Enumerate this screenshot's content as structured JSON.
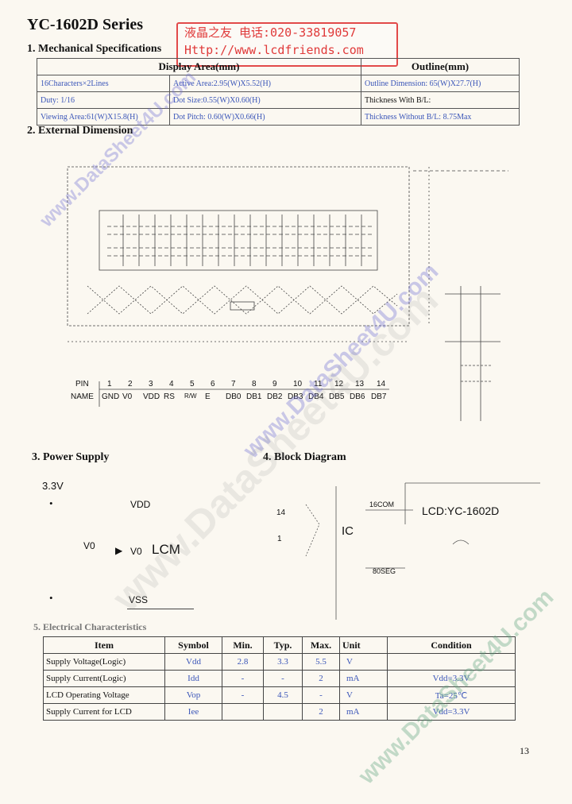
{
  "title": "YC-1602D Series",
  "stamp": {
    "line1": "液晶之友 电话:020-33819057",
    "line2": "Http://www.lcdfriends.com"
  },
  "mech": {
    "heading": "1. Mechanical Specifications",
    "col_display": "Display Area(mm)",
    "col_outline": "Outline(mm)",
    "rows": [
      [
        "16Characters×2Lines",
        "Active Area:2.95(W)X5.52(H)",
        "Outline Dimension: 65(W)X27.7(H)"
      ],
      [
        "Duty:    1/16",
        "Dot Size:0.55(W)X0.60(H)",
        "Thickness With B/L:"
      ],
      [
        "Viewing Area:61(W)X15.8(H)",
        "Dot Pitch: 0.60(W)X0.66(H)",
        "Thickness Without B/L: 8.75Max"
      ]
    ]
  },
  "external": {
    "heading": "2. External Dimension",
    "pin_label": "PIN",
    "name_label": "NAME",
    "pins": [
      "1",
      "2",
      "3",
      "4",
      "5",
      "6",
      "7",
      "8",
      "9",
      "10",
      "11",
      "12",
      "13",
      "14"
    ],
    "names": [
      "GND",
      "V0",
      "VDD",
      "RS",
      "R/W",
      "E",
      "DB0",
      "DB1",
      "DB2",
      "DB3",
      "DB4",
      "DB5",
      "DB6",
      "DB7"
    ]
  },
  "power": {
    "heading": "3. Power Supply",
    "voltage": "3.3V",
    "vdd": "VDD",
    "v0_left": "V0",
    "v0_right": "V0",
    "lcm": "LCM",
    "vss": "VSS"
  },
  "block": {
    "heading": "4. Block Diagram",
    "n14": "14",
    "n1": "1",
    "ic": "IC",
    "com": "16COM",
    "lcd": "LCD:YC-1602D",
    "seg": "80SEG"
  },
  "electrical": {
    "heading": "5. Electrical Characteristics",
    "headers": [
      "Item",
      "Symbol",
      "Min.",
      "Typ.",
      "Max.",
      "Unit",
      "Condition"
    ],
    "rows": [
      [
        "Supply Voltage(Logic)",
        "Vdd",
        "2.8",
        "3.3",
        "5.5",
        "V",
        ""
      ],
      [
        "Supply Current(Logic)",
        "Idd",
        "-",
        "-",
        "2",
        "mA",
        "Vdd=3.3V"
      ],
      [
        "LCD Operating Voltage",
        "Vop",
        "-",
        "4.5",
        "-",
        "V",
        "Ta=25℃"
      ],
      [
        "Supply Current for LCD",
        "Iee",
        "",
        "",
        "2",
        "mA",
        "Vdd=3.3V"
      ]
    ]
  },
  "watermark": "www.DataSheet4U.com",
  "page_number": "13"
}
